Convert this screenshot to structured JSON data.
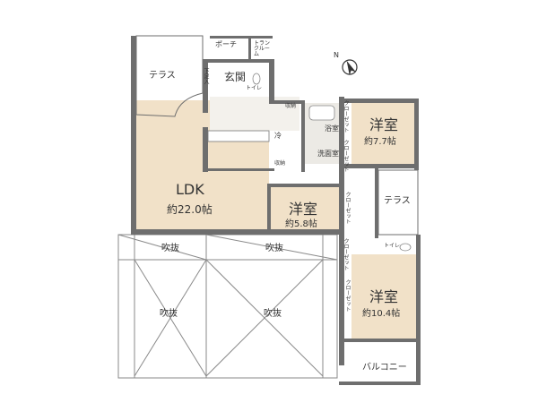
{
  "rooms": {
    "ldk": {
      "name": "LDK",
      "area": "約22.0帖"
    },
    "western_north": {
      "name": "洋室",
      "area": "約7.7帖"
    },
    "western_mid": {
      "name": "洋室",
      "area": "約5.8帖"
    },
    "western_south": {
      "name": "洋室",
      "area": "約10.4帖"
    },
    "entrance": "玄関",
    "terrace_nw": "テラス",
    "terrace_e": "テラス",
    "balcony": "バルコニー",
    "bath": "浴室",
    "washroom": "洗面室",
    "porch": "ポーチ",
    "trunk_room": "トランクルーム",
    "toilet_1": "トイレ",
    "toilet_2": "トイレ",
    "shoe_storage": "下足入",
    "fridge": "冷",
    "storage_1": "収納",
    "storage_2": "収納",
    "closet_1": "クローゼット",
    "closet_2": "クローゼット",
    "closet_3": "クローゼット",
    "closet_4": "クローゼット",
    "closet_5": "クローゼット",
    "void_1": "吹抜",
    "void_2": "吹抜",
    "void_3": "吹抜",
    "void_4": "吹抜"
  },
  "compass": {
    "symbol": "N"
  },
  "colors": {
    "wall": "#6e6e6e",
    "floor_wood": "#f1e1c8",
    "floor_tile": "#f3f1ec",
    "terrace": "#ffffff",
    "void_line": "#8a8a8a"
  }
}
